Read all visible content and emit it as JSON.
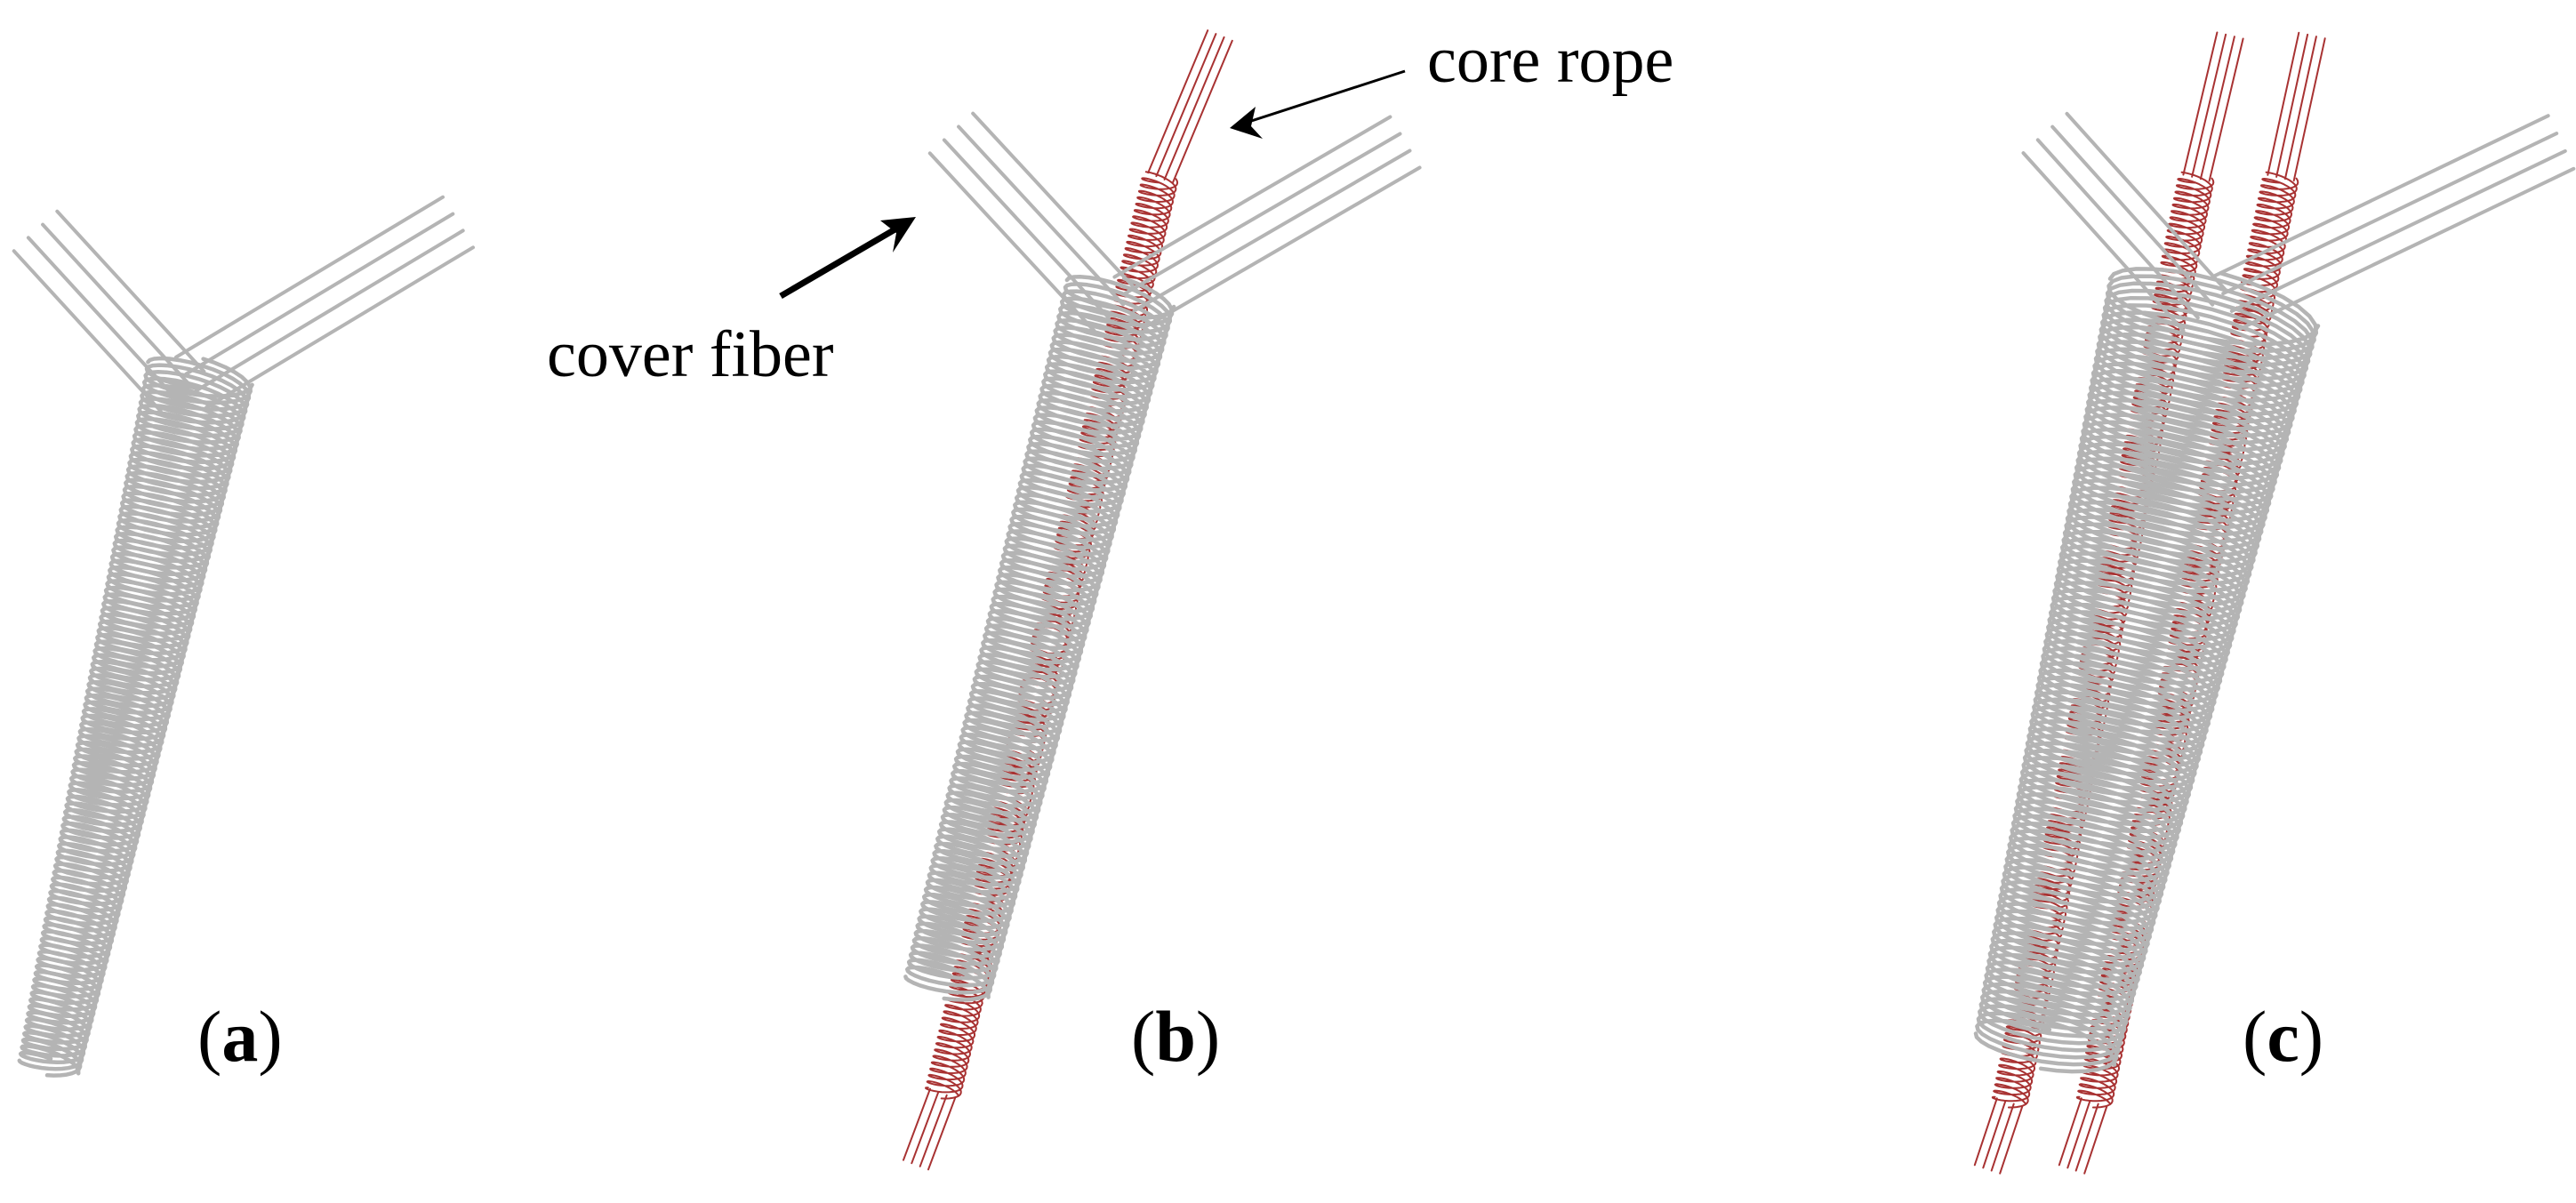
{
  "figure": {
    "panels": [
      {
        "id": "a",
        "letter": "a",
        "has_core": false
      },
      {
        "id": "b",
        "letter": "b",
        "has_core": true
      },
      {
        "id": "c",
        "letter": "c",
        "has_core": true
      }
    ],
    "annotations": {
      "core": "core rope",
      "cover": "cover fiber"
    },
    "paren_open": "(",
    "paren_close": ")"
  },
  "colors": {
    "cover_fiber": "#b4b4b4",
    "core_rope": "#a83232",
    "arrow": "#000000",
    "background": "#ffffff"
  }
}
